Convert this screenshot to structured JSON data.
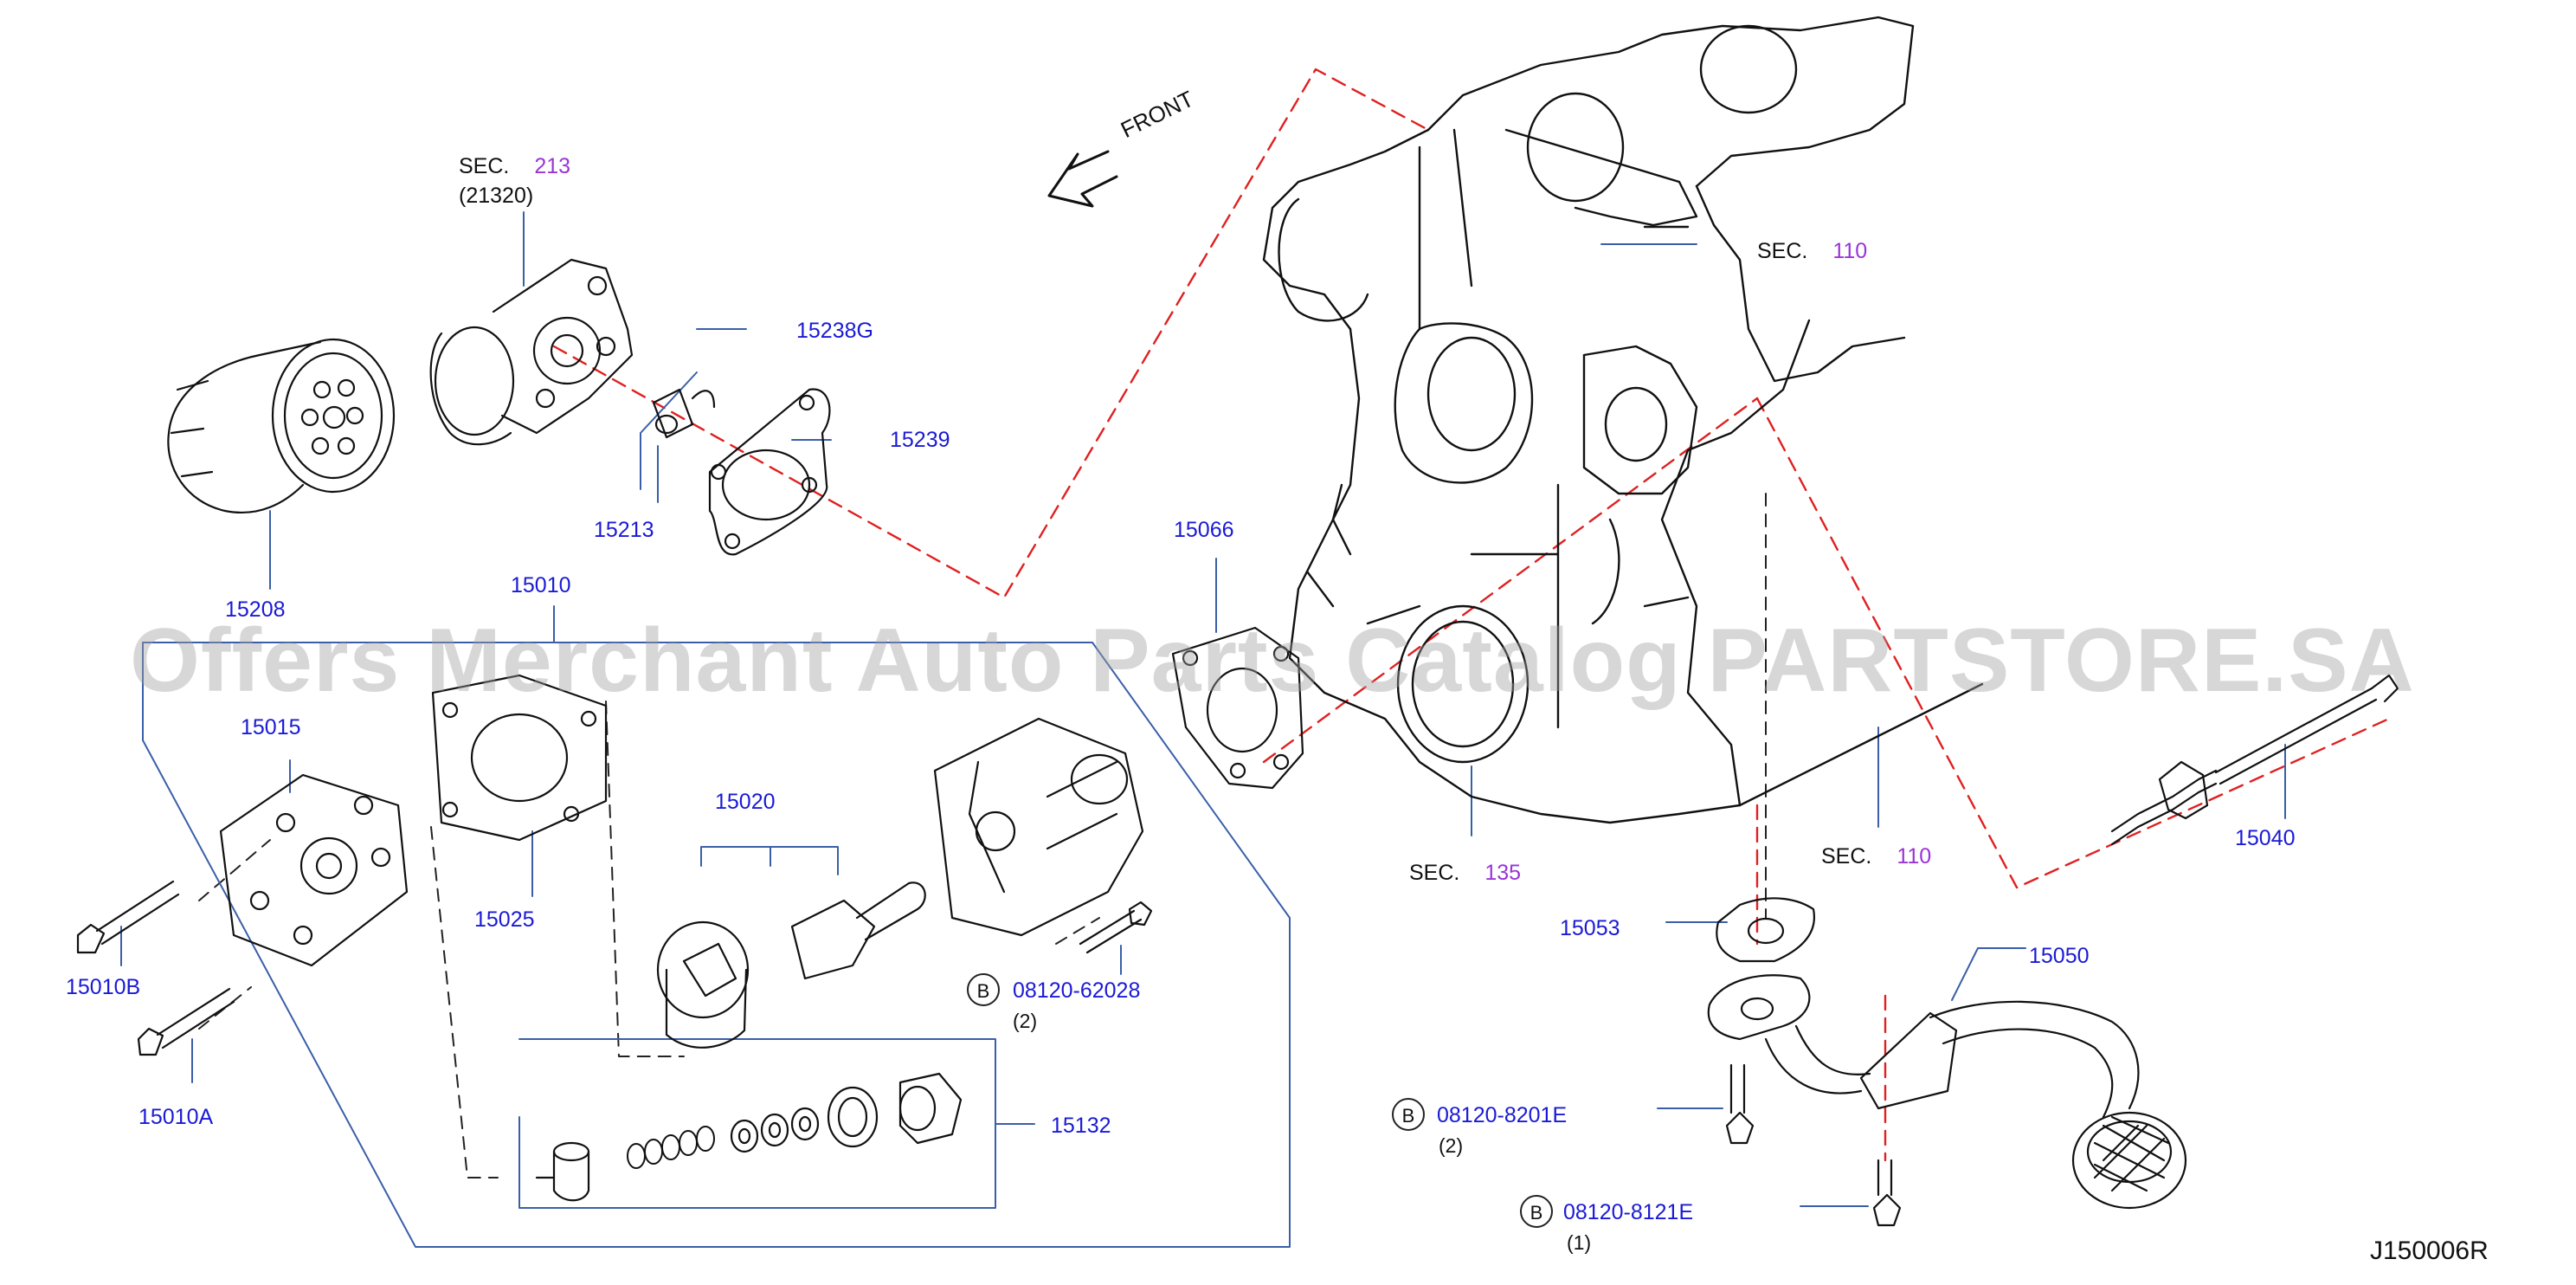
{
  "front_label": "FRONT",
  "diagram_code": "J150006R",
  "watermark": "Offers Merchant Auto Parts Catalog PARTSTORE.SA",
  "sections": {
    "sec213": {
      "prefix": "SEC.",
      "num": "213",
      "sub": "(21320)"
    },
    "sec110_top": {
      "prefix": "SEC.",
      "num": "110"
    },
    "sec135": {
      "prefix": "SEC.",
      "num": "135"
    },
    "sec110_bottom": {
      "prefix": "SEC.",
      "num": "110"
    }
  },
  "parts": {
    "p15208": "15208",
    "p15238G": "15238G",
    "p15239": "15239",
    "p15213": "15213",
    "p15010": "15010",
    "p15015": "15015",
    "p15025": "15025",
    "p15020": "15020",
    "p15010B": "15010B",
    "p15010A": "15010A",
    "p15132": "15132",
    "p15066": "15066",
    "p15040": "15040",
    "p15053": "15053",
    "p15050": "15050"
  },
  "bolts": {
    "b1": {
      "mark": "B",
      "code": "08120-62028",
      "qty": "(2)"
    },
    "b2": {
      "mark": "B",
      "code": "08120-8201E",
      "qty": "(2)"
    },
    "b3": {
      "mark": "B",
      "code": "08120-8121E",
      "qty": "(1)"
    }
  },
  "colors": {
    "part_number": "#1a1ad6",
    "section_number": "#9a34d6",
    "leader": "#3a5fa8",
    "guide_dash": "#e02020",
    "line_art": "#111111"
  }
}
